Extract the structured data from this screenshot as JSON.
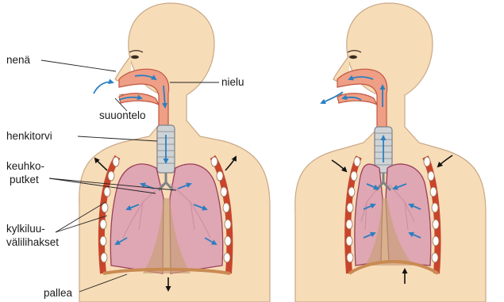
{
  "labels": {
    "nose": "nenä",
    "pharynx": "nielu",
    "oral_cavity": "suuontelo",
    "trachea": "henkitorvi",
    "bronchi_line1": "keuhko-",
    "bronchi_line2": "putket",
    "intercostal_line1": "kylkiluu-",
    "intercostal_line2": "välilihakset",
    "diaphragm": "pallea"
  },
  "colors": {
    "skin": "#f7dcb8",
    "skin_outline": "#c9a886",
    "airway": "#ee9f86",
    "airway_outline": "#c1563f",
    "trachea": "#cfd3d6",
    "trachea_outline": "#7d8388",
    "lung": "#dfa6b3",
    "lung_outline": "#9a3f57",
    "diaphragm": "#c98a52",
    "muscle": "#c8452b",
    "rib": "#ffffff",
    "arrow_blue": "#2b7fc1",
    "arrow_black": "#111111"
  },
  "icons": {
    "inhale_figure": "inhalation-torso",
    "exhale_figure": "exhalation-torso"
  }
}
